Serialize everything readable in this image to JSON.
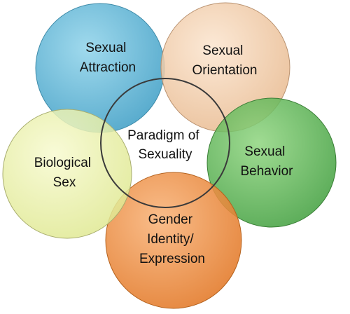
{
  "diagram": {
    "center": {
      "lines": [
        "Paradigm of",
        "Sexuality"
      ]
    },
    "circles": [
      {
        "id": "sexual-attraction",
        "lines": [
          "Sexual",
          "Attraction"
        ],
        "color": "#4aaed0"
      },
      {
        "id": "sexual-orientation",
        "lines": [
          "Sexual",
          "Orientation"
        ],
        "color": "#f1cba6"
      },
      {
        "id": "sexual-behavior",
        "lines": [
          "Sexual",
          "Behavior"
        ],
        "color": "#53b04e"
      },
      {
        "id": "gender-identity-expression",
        "lines": [
          "Gender",
          "Identity/",
          "Expression"
        ],
        "color": "#ee8a40"
      },
      {
        "id": "biological-sex",
        "lines": [
          "Biological",
          "Sex"
        ],
        "color": "#eaf0a8"
      }
    ]
  }
}
